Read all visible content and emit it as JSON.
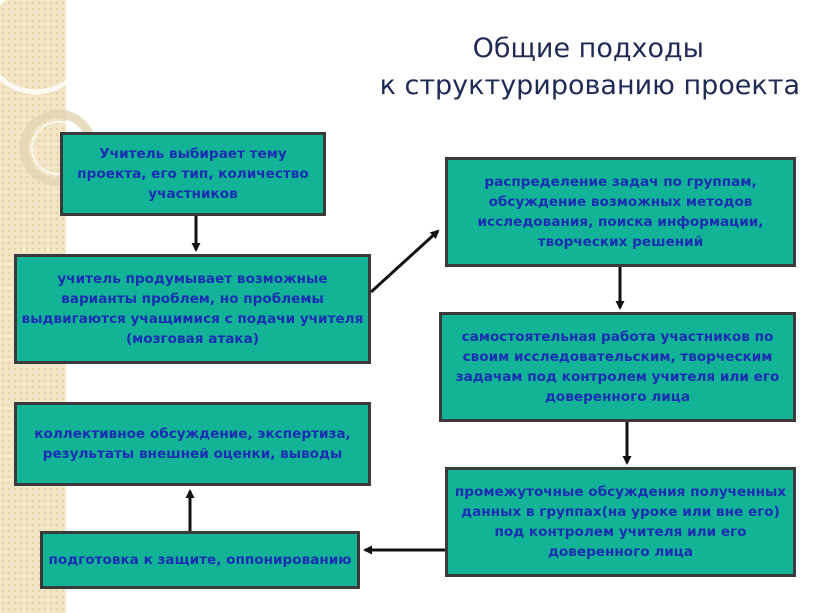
{
  "title": {
    "line1": "Общие подходы",
    "line2": "к структурированию проекта"
  },
  "colors": {
    "box_fill": "#12b397",
    "box_border": "#3a3a3a",
    "box_text": "#1a2fb0",
    "title_text": "#1f2a55",
    "sidebar": "#f3e6c6"
  },
  "boxes": {
    "teacher_choose": "Учитель выбирает тему проекта, его тип, количество участников",
    "teacher_problems": "учитель продумывает возможные варианты проблем, но проблемы выдвигаются   учащимися с подачи учителя (мозговая атака)",
    "collective_discussion": "коллективное обсуждение, экспертиза, результаты внешней оценки, выводы",
    "defense_prep": "подготовка к защите, оппонированию",
    "task_distribution": "распределение задач по группам, обсуждение возможных методов исследования, поиска информации, творческих решений",
    "independent_work": "самостоятельная работа участников по своим исследовательским, творческим задачам под контролем учителя или его доверенного лица",
    "intermediate_discussion": "промежуточные обсуждения полученных данных в группах(на уроке или вне его) под контролем учителя или его доверенного лица"
  }
}
